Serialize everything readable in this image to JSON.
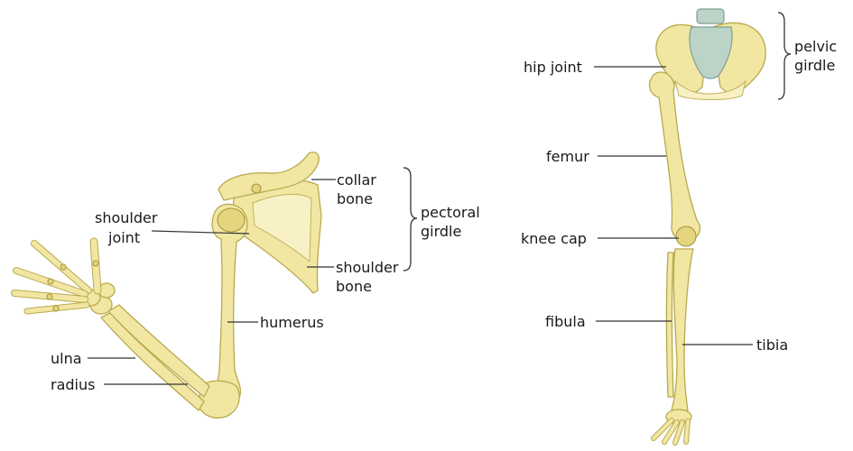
{
  "arm": {
    "labels": {
      "collar_bone": [
        "collar",
        "bone"
      ],
      "shoulder_joint": [
        "shoulder",
        "joint"
      ],
      "pectoral_girdle": [
        "pectoral",
        "girdle"
      ],
      "shoulder_bone": [
        "shoulder",
        "bone"
      ],
      "humerus": "humerus",
      "ulna": "ulna",
      "radius": "radius"
    }
  },
  "leg": {
    "labels": {
      "hip_joint": "hip joint",
      "pelvic_girdle": [
        "pelvic",
        "girdle"
      ],
      "femur": "femur",
      "knee_cap": "knee cap",
      "fibula": "fibula",
      "tibia": "tibia"
    }
  },
  "colors": {
    "bone": "#f1e7a3",
    "bone_outline": "#b9a94e",
    "sacrum": "#bcd3c8",
    "label_text": "#1a1a1a"
  }
}
